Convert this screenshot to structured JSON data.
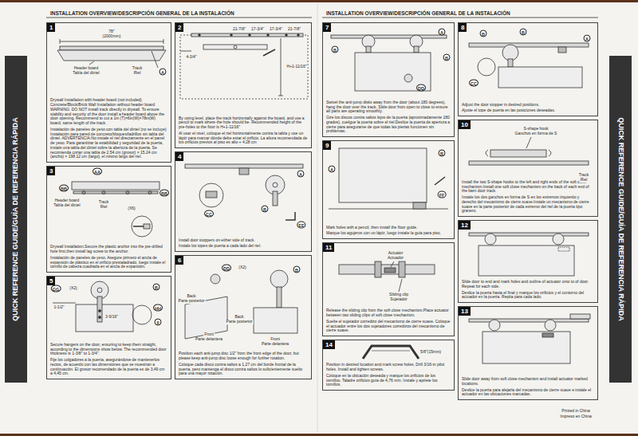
{
  "diagram": {
    "title": "INSTALLATION OVERVIEW/DESCRIPCIÓN GENERAL DE LA INSTALACIÓN",
    "nodes": [
      {
        "text": [
          "1",
          "Drywall Installation with header board (not included) Concrete/Block/Brick Wall Installation without header board WARNING: DO NOT install track directly in drywall. To ensure stability and security of the door install a header board above the door opening. Recommend to cut a 1in (T)×6in(W)×78in(W) board, same length of the track.",
          "Instalación de paneles de yeso con tabla del dintel (no se incluye) Instalación para pared de concreto/bloques/ladrillos sin tabla del dintel. ADVERTENCIA:No instale el riel directamente en el panel de yeso. Para garantizar la estabilidad y seguridad de la puerta, instale una tabla del dintel sobre la abertura de la puerta. Se recomienda cortar una tabla de 2.54 cm (grosor) × 15.24 cm (ancho) × 198.12 cm (largo), el mismo largo del riel."
        ]
      },
      {
        "text": [
          "2",
          "By using level, place the track horizontally against the board, and use a pencil to mark where the hole should be. Recommended height of the pre-holes to the floor is H+1-11/16\"",
          "Al usar el nivel, coloque el riel horizontalmente contra la tabla y use un lápiz para marcar dónde debe estar el orificio. La altura recomendada de los orificios previos al piso es alto + 4.28 cm"
        ]
      },
      {
        "text": [
          "3",
          "Drywall Installation.Secure the plastic anchor into the pre-drilled hole first,then install lag screw to the anchor.",
          "Instalación de paneles de yeso. Asegure primero el ancla de expansión de plástico en el orificio prestaladrado, luego instale el tornillo de cabeza cuadrada en el ancla de expansión."
        ]
      },
      {
        "text": [
          "4",
          "Install door stoppers on either side of track.",
          "Instale los topes de puerta a cada lado del riel."
        ]
      },
      {
        "text": [
          "5",
          "Secure hangers on the door, ensuring to keep them straight, according to the dimensions show below. The recommended door thickness is 1-3/8\" to 1-3/4\".",
          "Fije los colgadores a la puerta, asegurándose de mantenerlos rectos, de acuerdo con las dimensiones que se muestran a continuación. El grosor recomendado de la puerta es de 3,49 cm a 4,45 cm."
        ]
      },
      {
        "text": [
          "6",
          "Position each anti-jump disc 1/2\" from the front edge of the door, but please keep anti-jump disc loose enough for further rotation.",
          "Coloque cada disco contra saltos a 1,27 cm del borde frontal de la puerta, pero mantenga el disco contra saltos lo suficientemente suelto para una mayor rotación."
        ]
      },
      {
        "text": [
          "7",
          "Swivel the anti-jump disks away from the door (about 180 degrees), hang the door over the track. Slide door from open to close to ensure all parts are operating smoothly.",
          "Gire los discos contra saltos lejos de la puerta (aproximadamente 180 grados), cuelgue la puerta sobre el riel.Deslice la puerta de apertura a cierre para asegurarse de que todas las piezas funcionen sin problemas."
        ]
      },
      {
        "text": [
          "8",
          "Adjust the door stopper in desired positions.",
          "Ajuste el tope de puerta en las posiciones deseadas."
        ]
      },
      {
        "text": [
          "9",
          "Mark holes with a pencil, then install the floor guide.",
          "Marque los agujeros con un lápiz, luego instale la guía para piso."
        ]
      },
      {
        "text": [
          "10",
          "Install the two S-shape hooks to the left and right ends of the soft close mechanism.Install one soft close mechanism on the back of each end of the barn door track.",
          "Instale los dos ganchos en forma de S en los extremos izquierdo y derecho del mecanismo de cierre suave.Instale un mecanismo de cierre suave en la parte posterior de cada extremo del riel de la puerta tipo granero."
        ]
      },
      {
        "text": [
          "11",
          "Release the sliding clip from the soft close mechanism.Place actuator between two sliding clips of soft close mechanism.",
          "Suelte el sujetador corredizo del mecanismo de cierre suave. Coloque el actuador entre los dos sujetadores corredizos del mecanismo de cierre suave."
        ]
      },
      {
        "text": [
          "12",
          "Slide door to end and mark holes and outline of actuator onto to of door. Repeat for each side.",
          "Deslice la puerta hasta el final y marque los orificios y el contorno del actuador en la puerta. Repita para cada lado."
        ]
      },
      {
        "text": [
          "13",
          "Slide door away from soft close mechanism and install actuator marked locations.",
          "Deslice la puerta para alejarla del mecanismo de cierre suave e instale el actuador en las ubicaciones marcadas."
        ]
      },
      {
        "text": [
          "14",
          "Position in desired location and mark screw holes. Drill 3/16-in pilot holes. Install and tighten screws.",
          "Coloque en la ubicación deseada y marque los orificios de los tornillos. Taladre orificios guía de 4,76 mm. Instale y apriete los tornillos."
        ]
      }
    ],
    "labels": [
      "INSTALLATION OVERVIEW/DESCRIPCIÓN GENERAL DE LA INSTALACIÓN",
      "QUICK REFERENCE GUIDE/GUÍA DE REFERENCIA RÁPIDA",
      "QUICK REFERENCE GUIDE/GUÍA DE REFERENCIA RÁPIDA",
      "78\"",
      "(2000mm)",
      "Header board",
      "Tabla del dintel",
      "Track",
      "Riel",
      "A",
      "21-7/8\"",
      "17-3/4\"",
      "17-3/4\"",
      "21-7/8\"",
      "4-3/4\"",
      "H+1-11/16\"",
      "AA",
      "BB",
      "BB",
      "Header board",
      "Tabla del dintel",
      "Track",
      "Riel",
      "(X6)",
      "A",
      "B",
      "CC",
      "EE",
      "GG",
      "(X2)",
      "B",
      "HH",
      "II",
      "1-1/2\"",
      "3-9/16\"",
      "DD",
      "(X2)",
      "B",
      "Back",
      "Parte posterior",
      "Front",
      "Parte delantera",
      "Back",
      "Parte posterior",
      "Front",
      "Parte delantera",
      "A",
      "B",
      "B",
      "DD",
      "B",
      "B",
      "A",
      "CC",
      "B",
      "A",
      "FF",
      "S-shape hook",
      "Ganchos en forma de S",
      "Track",
      "Riel",
      "Actuator",
      "Actuador",
      "Sliding clip",
      "Sujetador",
      "5/8\"(15mm)",
      "Printed in China",
      "Impreso en China"
    ]
  }
}
